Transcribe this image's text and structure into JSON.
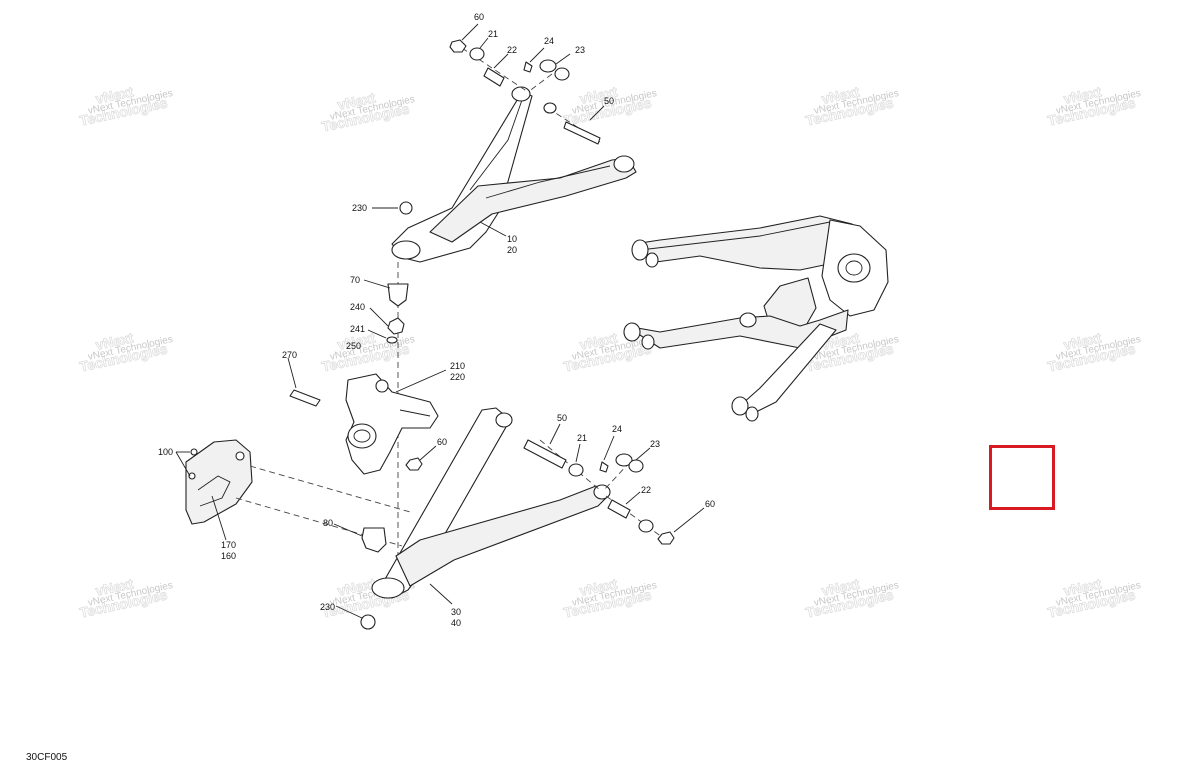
{
  "diagram": {
    "reference_code": "30CF005",
    "selection_color": "#d81b22",
    "watermark": {
      "line1": "vNext Technologies",
      "line2": "vNext",
      "line3": "Technologies"
    },
    "callouts": [
      {
        "id": "c60a",
        "text": "60"
      },
      {
        "id": "c21a",
        "text": "21"
      },
      {
        "id": "c22a",
        "text": "22"
      },
      {
        "id": "c24a",
        "text": "24"
      },
      {
        "id": "c23a",
        "text": "23"
      },
      {
        "id": "c50a",
        "text": "50"
      },
      {
        "id": "c230a",
        "text": "230"
      },
      {
        "id": "c10",
        "text": "10"
      },
      {
        "id": "c20",
        "text": "20"
      },
      {
        "id": "c70",
        "text": "70"
      },
      {
        "id": "c240",
        "text": "240"
      },
      {
        "id": "c241",
        "text": "241"
      },
      {
        "id": "c250",
        "text": "250"
      },
      {
        "id": "c270",
        "text": "270"
      },
      {
        "id": "c210",
        "text": "210"
      },
      {
        "id": "c220",
        "text": "220"
      },
      {
        "id": "c60b",
        "text": "60"
      },
      {
        "id": "c100",
        "text": "100"
      },
      {
        "id": "c170",
        "text": "170"
      },
      {
        "id": "c160",
        "text": "160"
      },
      {
        "id": "c80",
        "text": "80"
      },
      {
        "id": "c230b",
        "text": "230"
      },
      {
        "id": "c30",
        "text": "30"
      },
      {
        "id": "c40",
        "text": "40"
      },
      {
        "id": "c50b",
        "text": "50"
      },
      {
        "id": "c21b",
        "text": "21"
      },
      {
        "id": "c24b",
        "text": "24"
      },
      {
        "id": "c23b",
        "text": "23"
      },
      {
        "id": "c22b",
        "text": "22"
      },
      {
        "id": "c60c",
        "text": "60"
      }
    ]
  }
}
